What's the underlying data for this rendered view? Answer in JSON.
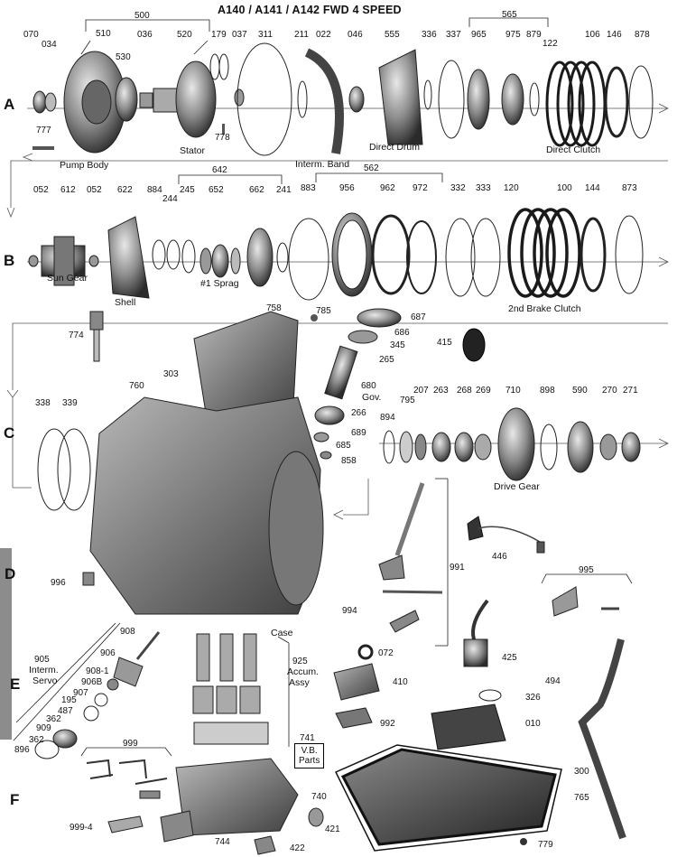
{
  "title": "A140 / A141 / A142   FWD 4 SPEED",
  "rows": [
    "A",
    "B",
    "C",
    "D",
    "E",
    "F"
  ],
  "part_numbers": [
    "500",
    "070",
    "034",
    "510",
    "530",
    "036",
    "520",
    "179",
    "037",
    "311",
    "211",
    "022",
    "046",
    "555",
    "336",
    "337",
    "565",
    "965",
    "975",
    "879",
    "122",
    "106",
    "146",
    "878",
    "777",
    "778",
    "642",
    "562",
    "052",
    "612",
    "052",
    "622",
    "884",
    "244",
    "245",
    "652",
    "662",
    "241",
    "883",
    "956",
    "962",
    "972",
    "332",
    "333",
    "120",
    "100",
    "144",
    "873",
    "758",
    "785",
    "687",
    "686",
    "345",
    "265",
    "415",
    "774",
    "303",
    "680",
    "266",
    "689",
    "685",
    "858",
    "760",
    "338",
    "339",
    "795",
    "207",
    "263",
    "268",
    "269",
    "710",
    "898",
    "590",
    "270",
    "271",
    "894",
    "991",
    "446",
    "995",
    "996",
    "994",
    "072",
    "425",
    "410",
    "992",
    "494",
    "326",
    "010",
    "908",
    "906",
    "905",
    "908-1",
    "906B",
    "907",
    "195",
    "487",
    "362",
    "909",
    "362",
    "896",
    "925",
    "741",
    "999",
    "300",
    "765",
    "740",
    "421",
    "999-4",
    "744",
    "422",
    "779"
  ],
  "captions": {
    "pump_body": "Pump Body",
    "stator": "Stator",
    "interm_band": "Interm. Band",
    "direct_drum": "Direct Drum",
    "direct_clutch": "Direct Clutch",
    "sun_gear": "Sun Gear",
    "shell": "Shell",
    "sprag": "#1 Sprag",
    "second_brake_clutch": "2nd Brake Clutch",
    "gov": "Gov.",
    "drive_gear": "Drive Gear",
    "case": "Case",
    "interm_servo_1": "Interm.",
    "interm_servo_2": "Servo",
    "accum_1": "Accum.",
    "accum_2": "Assy",
    "vb_1": "V.B.",
    "vb_2": "Parts"
  },
  "colors": {
    "ink": "#111111",
    "metal_dark": "#3a3a3a",
    "metal_mid": "#8a8a8a",
    "metal_light": "#cfcfcf",
    "side_band": "#8c8c8c"
  }
}
